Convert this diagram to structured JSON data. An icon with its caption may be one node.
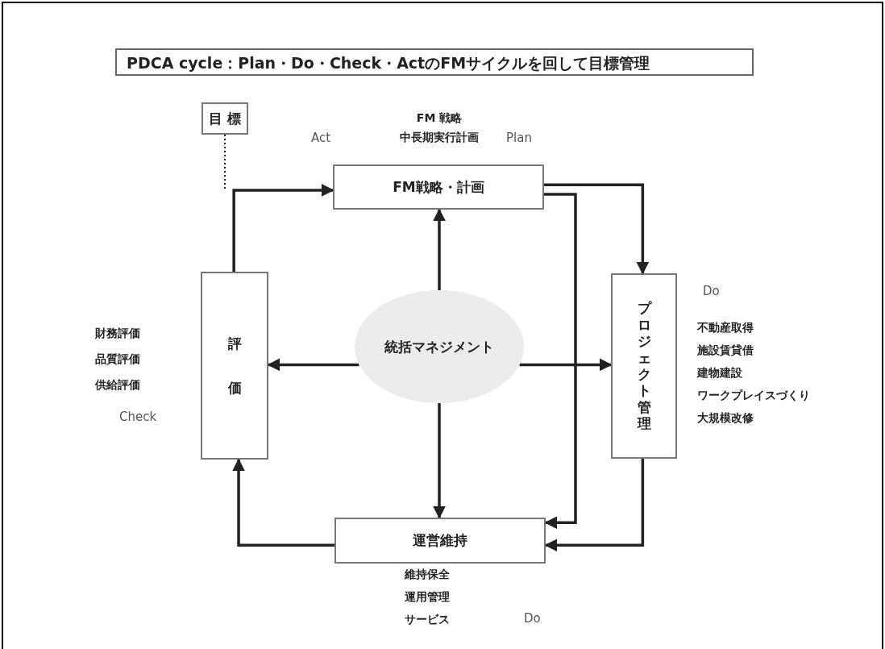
{
  "diagram": {
    "title": "PDCA cycle：Plan・Do・Check・ActのFMサイクルを回して目標管理",
    "nodes": [
      {
        "text": [
          "目 標"
        ]
      },
      {
        "text": [
          "FM戦略・計画"
        ],
        "beside": [
          "FM 戦略",
          "中長期実行計画"
        ]
      },
      {
        "text": [
          "評価"
        ],
        "beside": [
          "財務評価",
          "品質評価",
          "供給評価"
        ]
      },
      {
        "text": [
          "統括マネジメント"
        ]
      },
      {
        "text": [
          "プロジェクト管理"
        ],
        "beside": [
          "不動産取得",
          "施設賃貸借",
          "建物建設",
          "ワークプレイスづくり",
          "大規模改修"
        ]
      },
      {
        "text": [
          "運営維持"
        ],
        "beside": [
          "維持保全",
          "運用管理",
          "サービス"
        ]
      }
    ],
    "edges": [
      {
        "from": 0,
        "to": null,
        "arrow": "none",
        "style": "dashed"
      },
      {
        "from": 2,
        "to": 1,
        "arrow": "to"
      },
      {
        "from": 1,
        "to": 4,
        "arrow": "to"
      },
      {
        "from": 1,
        "to": 5,
        "arrow": "to"
      },
      {
        "from": 3,
        "to": 1,
        "arrow": "to"
      },
      {
        "from": 3,
        "to": 2,
        "arrow": "to"
      },
      {
        "from": 3,
        "to": 4,
        "arrow": "to"
      },
      {
        "from": 3,
        "to": 5,
        "arrow": "to"
      },
      {
        "from": 4,
        "to": 5,
        "arrow": "to"
      },
      {
        "from": 5,
        "to": 2,
        "arrow": "to"
      }
    ],
    "labels": [
      "Act",
      "Plan",
      "Do",
      "Check",
      "Do"
    ]
  }
}
